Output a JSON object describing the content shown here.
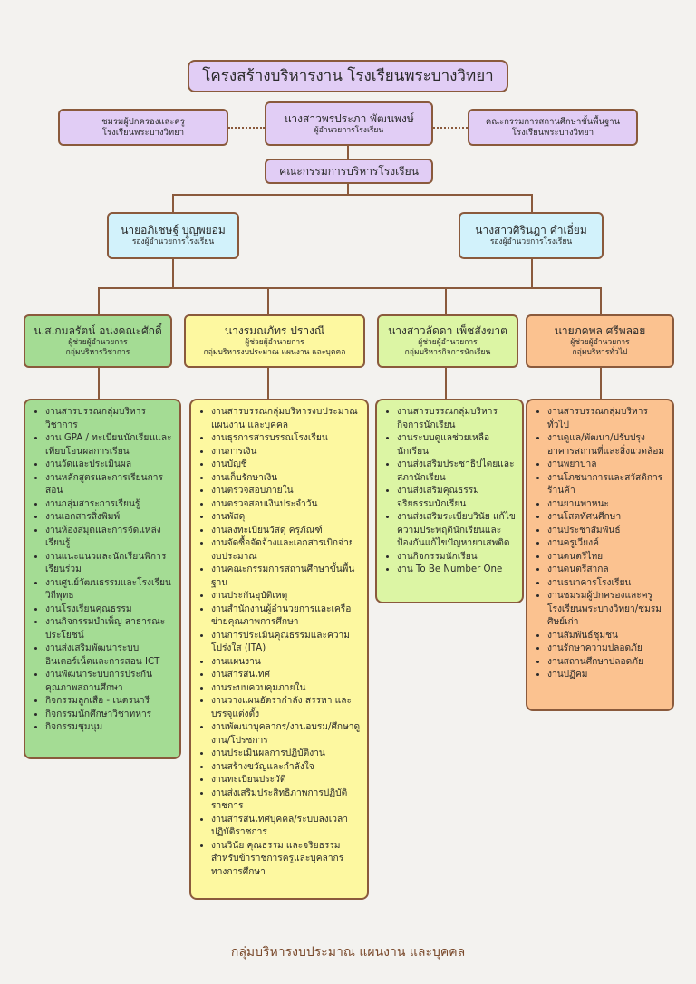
{
  "title": "โครงสร้างบริหารงาน โรงเรียนพระบางวิทยา",
  "left_side": {
    "line1": "ชมรมผู้ปกครองและครู",
    "line2": "โรงเรียนพระบางวิทยา"
  },
  "right_side": {
    "line1": "คณะกรรมการสถานศึกษาขั้นพื้นฐาน",
    "line2": "โรงเรียนพระบางวิทยา"
  },
  "director": {
    "name": "นางสาวพรประภา พัฒนพงษ์",
    "role": "ผู้อำนวยการโรงเรียน"
  },
  "committee": "คณะกรรมการบริหารโรงเรียน",
  "deputies": [
    {
      "name": "นายอภิเชษฐ์ บุญพยอม",
      "role": "รองผู้อำนวยการโรงเรียน"
    },
    {
      "name": "นางสาวศิรินฎา คำเอี่ยม",
      "role": "รองผู้อำนวยการโรงเรียน"
    }
  ],
  "groups": [
    {
      "name": "น.ส.กมลรัตน์ อนงคณะศักดิ์",
      "role": "ผู้ช่วยผู้อำนวยการ",
      "group": "กลุ่มบริหารวิชาการ",
      "items": [
        "งานสารบรรณกลุ่มบริหารวิชาการ",
        "งาน GPA / ทะเบียนนักเรียนและเทียบโอนผลการเรียน",
        "งานวัดและประเมินผล",
        "งานหลักสูตรและการเรียนการสอน",
        "งานกลุ่มสาระการเรียนรู้",
        "งานเอกสารสิ่งพิมพ์",
        "งานห้องสมุดและการจัดแหล่งเรียนรู้",
        "งานแนะแนวและนักเรียนพิการเรียนร่วม",
        "งานศูนย์วัฒนธรรมและโรงเรียนวิถีพุทธ",
        "งานโรงเรียนคุณธรรม",
        "งานกิจกรรมบำเพ็ญ สาธารณะประโยชน์",
        "งานส่งเสริมพัฒนาระบบอินเตอร์เน็ตและการสอน ICT",
        "งานพัฒนาระบบการประกันคุณภาพสถานศึกษา",
        "กิจกรรมลูกเสือ - เนตรนารี",
        "กิจกรรมนักศึกษาวิชาทหาร",
        "กิจกรรมชุมนุม"
      ]
    },
    {
      "name": "นางรมณภัทร ปรางณี",
      "role": "ผู้ช่วยผู้อำนวยการ",
      "group": "กลุ่มบริหารงบประมาณ แผนงาน และบุคคล",
      "items": [
        "งานสารบรรณกลุ่มบริหารงบประมาณ แผนงาน และบุคคล",
        "งานธุรการสารบรรณโรงเรียน",
        "งานการเงิน",
        "งานบัญชี",
        "งานเก็บรักษาเงิน",
        "งานตรวจสอบภายใน",
        "งานตรวจสอบเงินประจำวัน",
        "งานพัสดุ",
        "งานลงทะเบียนวัสดุ ครุภัณฑ์",
        "งานจัดซื้อจัดจ้างและเอกสารเบิกจ่ายงบประมาณ",
        "งานคณะกรรมการสถานศึกษาขั้นพื้นฐาน",
        "งานประกันอุบัติเหตุ",
        "งานสำนักงานผู้อำนวยการและเครือข่ายคุณภาพการศึกษา",
        "งานการประเมินคุณธรรมและความโปร่งใส (ITA)",
        "งานแผนงาน",
        "งานสารสนเทศ",
        "งานระบบควบคุมภายใน",
        "งานวางแผนอัตรากำลัง สรรหา และบรรจุแต่งตั้ง",
        "งานพัฒนาบุคลากร/งานอบรม/ศึกษาดูงาน/โปรชการ",
        "งานประเมินผลการปฏิบัติงาน",
        "งานสร้างขวัญและกำลังใจ",
        "งานทะเบียนประวัติ",
        "งานส่งเสริมประสิทธิภาพการปฏิบัติราชการ",
        "งานสารสนเทศบุคคล/ระบบลงเวลาปฏิบัติราชการ",
        "งานวินัย คุณธรรม และจริยธรรม สำหรับข้าราชการครูและบุคลากรทางการศึกษา"
      ]
    },
    {
      "name": "นางสาวลัดดา เพ็ชสังฆาต",
      "role": "ผู้ช่วยผู้อำนวยการ",
      "group": "กลุ่มบริหารกิจการนักเรียน",
      "items": [
        "งานสารบรรณกลุ่มบริหารกิจการนักเรียน",
        "งานระบบดูแลช่วยเหลือนักเรียน",
        "งานส่งเสริมประชาธิปไตยและสภานักเรียน",
        "งานส่งเสริมคุณธรรมจริยธรรมนักเรียน",
        "งานส่งเสริมระเบียบวินัย แก้ไขความประพฤตินักเรียนและป้องกันแก้ไขปัญหายาเสพติด",
        "งานกิจกรรมนักเรียน",
        "งาน To Be Number One"
      ]
    },
    {
      "name": "นายภคพล ศรีพลอย",
      "role": "ผู้ช่วยผู้อำนวยการ",
      "group": "กลุ่มบริหารทั่วไป",
      "items": [
        "งานสารบรรณกลุ่มบริหารทั่วไป",
        "งานดูแล/พัฒนา/ปรับปรุงอาคารสถานที่และสิ่งแวดล้อม",
        "งานพยาบาล",
        "งานโภชนาการและสวัสดิการร้านค้า",
        "งานยานพาหนะ",
        "งานโสตทัศนศึกษา",
        "งานประชาสัมพันธ์",
        "งานครูเวียงค์",
        "งานดนตรีไทย",
        "งานดนตรีสากล",
        "งานธนาคารโรงเรียน",
        "งานชมรมผู้ปกครองและครูโรงเรียนพระบางวิทยา/ชมรมศิษย์เก่า",
        "งานสัมพันธ์ชุมชน",
        "งานรักษาความปลอดภัย",
        "งานสถานศึกษาปลอดภัย",
        "งานปฏิคม"
      ]
    }
  ],
  "footer": "กลุ่มบริหารงบประมาณ แผนงาน และบุคคล",
  "colors": {
    "border": "#8a5a3c",
    "lavender": "#e1cdf5",
    "cyan": "#d2f2fb",
    "green": "#a4dc94",
    "yellow": "#fdf8a0",
    "lime": "#dcf5a4",
    "orange": "#fbc290"
  }
}
